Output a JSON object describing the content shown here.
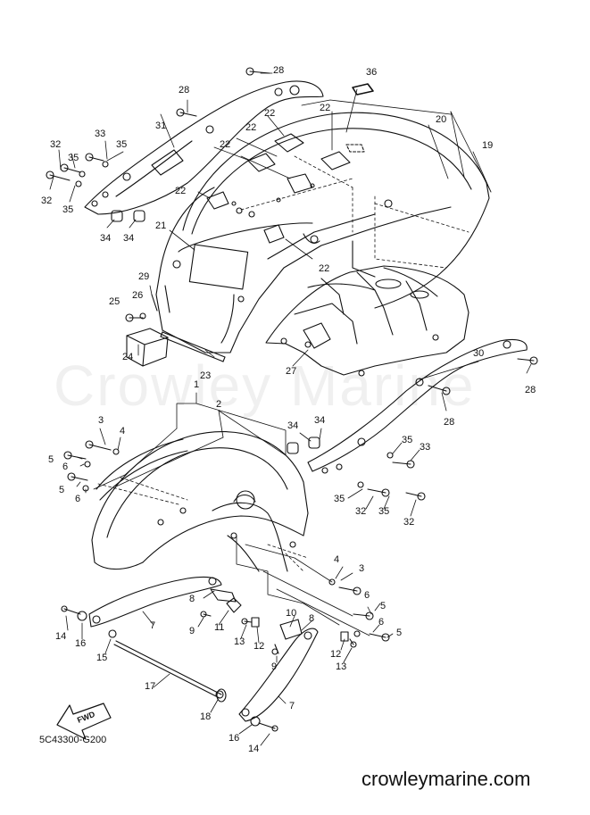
{
  "diagram": {
    "code": "5C43300-G200",
    "watermark": "Crowley Marine",
    "site_url": "crowleymarine.com",
    "fwd_label": "FWD",
    "line_color": "#111111",
    "part_numbers": [
      "1",
      "2",
      "3",
      "4",
      "5",
      "6",
      "7",
      "8",
      "9",
      "10",
      "11",
      "12",
      "13",
      "14",
      "15",
      "16",
      "17",
      "18",
      "19",
      "20",
      "21",
      "22",
      "23",
      "24",
      "25",
      "26",
      "27",
      "28",
      "29",
      "30",
      "31",
      "32",
      "33",
      "34",
      "35",
      "36"
    ],
    "callouts": [
      {
        "id": "c28a",
        "text": "28"
      },
      {
        "id": "c36",
        "text": "36"
      },
      {
        "id": "c28b",
        "text": "28"
      },
      {
        "id": "c22a",
        "text": "22"
      },
      {
        "id": "c22b",
        "text": "22"
      },
      {
        "id": "c20",
        "text": "20"
      },
      {
        "id": "c31",
        "text": "31"
      },
      {
        "id": "c22c",
        "text": "22"
      },
      {
        "id": "c22d",
        "text": "22"
      },
      {
        "id": "c19",
        "text": "19"
      },
      {
        "id": "c33a",
        "text": "33"
      },
      {
        "id": "c32a",
        "text": "32"
      },
      {
        "id": "c35a",
        "text": "35"
      },
      {
        "id": "c35b",
        "text": "35"
      },
      {
        "id": "c32b",
        "text": "32"
      },
      {
        "id": "c35c",
        "text": "35"
      },
      {
        "id": "c22e",
        "text": "22"
      },
      {
        "id": "c21",
        "text": "21"
      },
      {
        "id": "c34a",
        "text": "34"
      },
      {
        "id": "c34b",
        "text": "34"
      },
      {
        "id": "c22f",
        "text": "22"
      },
      {
        "id": "c29",
        "text": "29"
      },
      {
        "id": "c25",
        "text": "25"
      },
      {
        "id": "c26",
        "text": "26"
      },
      {
        "id": "c24",
        "text": "24"
      },
      {
        "id": "c23",
        "text": "23"
      },
      {
        "id": "c27",
        "text": "27"
      },
      {
        "id": "c30",
        "text": "30"
      },
      {
        "id": "c28c",
        "text": "28"
      },
      {
        "id": "c28d",
        "text": "28"
      },
      {
        "id": "c1",
        "text": "1"
      },
      {
        "id": "c2",
        "text": "2"
      },
      {
        "id": "c3a",
        "text": "3"
      },
      {
        "id": "c4a",
        "text": "4"
      },
      {
        "id": "c5a",
        "text": "5"
      },
      {
        "id": "c6a",
        "text": "6"
      },
      {
        "id": "c5b",
        "text": "5"
      },
      {
        "id": "c6b",
        "text": "6"
      },
      {
        "id": "c34c",
        "text": "34"
      },
      {
        "id": "c34d",
        "text": "34"
      },
      {
        "id": "c35d",
        "text": "35"
      },
      {
        "id": "c33b",
        "text": "33"
      },
      {
        "id": "c35e",
        "text": "35"
      },
      {
        "id": "c32c",
        "text": "32"
      },
      {
        "id": "c35f",
        "text": "35"
      },
      {
        "id": "c32d",
        "text": "32"
      },
      {
        "id": "c4b",
        "text": "4"
      },
      {
        "id": "c3b",
        "text": "3"
      },
      {
        "id": "c8a",
        "text": "8"
      },
      {
        "id": "c6c",
        "text": "6"
      },
      {
        "id": "c5c",
        "text": "5"
      },
      {
        "id": "c7a",
        "text": "7"
      },
      {
        "id": "c10",
        "text": "10"
      },
      {
        "id": "c8b",
        "text": "8"
      },
      {
        "id": "c6d",
        "text": "6"
      },
      {
        "id": "c14a",
        "text": "14"
      },
      {
        "id": "c16a",
        "text": "16"
      },
      {
        "id": "c9a",
        "text": "9"
      },
      {
        "id": "c11",
        "text": "11"
      },
      {
        "id": "c13a",
        "text": "13"
      },
      {
        "id": "c12a",
        "text": "12"
      },
      {
        "id": "c5d",
        "text": "5"
      },
      {
        "id": "c12b",
        "text": "12"
      },
      {
        "id": "c15",
        "text": "15"
      },
      {
        "id": "c9b",
        "text": "9"
      },
      {
        "id": "c13b",
        "text": "13"
      },
      {
        "id": "c17",
        "text": "17"
      },
      {
        "id": "c7b",
        "text": "7"
      },
      {
        "id": "c18",
        "text": "18"
      },
      {
        "id": "c16b",
        "text": "16"
      },
      {
        "id": "c14b",
        "text": "14"
      }
    ]
  }
}
